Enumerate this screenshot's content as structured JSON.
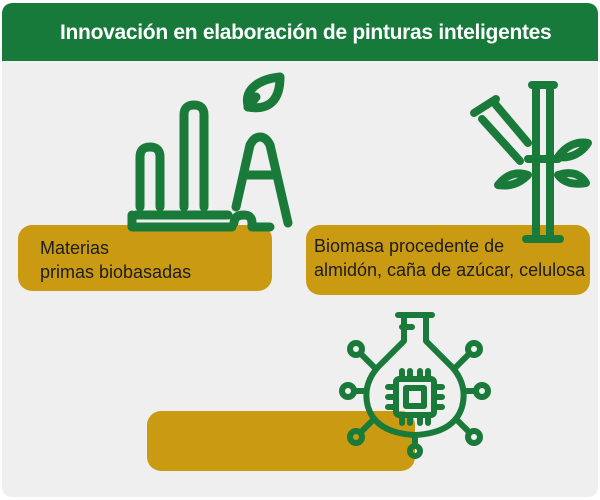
{
  "header": {
    "title": "Innovación en elaboración de pinturas inteligentes"
  },
  "items": [
    {
      "label_line1": "Materias",
      "label_line2": "primas biobasadas",
      "icon": "factory-leaf-icon"
    },
    {
      "label_line1": "Biomasa procedente de",
      "label_line2": "almidón, caña  de azúcar, celulosa",
      "icon": "bamboo-icon"
    },
    {
      "label_line1": "",
      "label_line2": "",
      "icon": "chip-flask-icon"
    }
  ],
  "colors": {
    "header": "#177a3b",
    "pill": "#c99a12",
    "icon_green": "#1a7a3a",
    "background": "#efefef"
  }
}
